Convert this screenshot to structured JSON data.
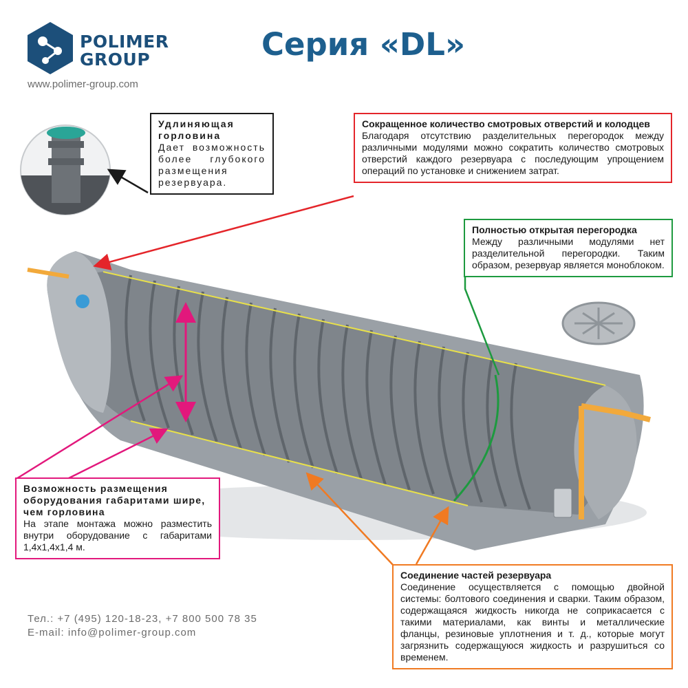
{
  "brand": {
    "name_line1": "POLIMER",
    "name_line2": "GROUP",
    "website": "www.polimer-group.com",
    "color": "#1c4f7a"
  },
  "title": "Серия «DL»",
  "callouts": {
    "neck": {
      "heading": "Удлиняющая горловина",
      "body": "Дает возможность более глубокого размещения резервуара.",
      "color": "#1a1a1a"
    },
    "inspection": {
      "heading": "Сокращенное количество смотровых отверстий и колодцев",
      "body": "Благодаря отсутствию разделительных перегородок между различными модулями можно сократить количество смотровых отверстий каждого резервуара с последующим упрощением операций по установке и снижением затрат.",
      "color": "#e4252a"
    },
    "partition": {
      "heading": "Полностью открытая перегородка",
      "body": "Между различными модулями нет разделительной перегородки. Таким образом, резервуар является моноблоком.",
      "color": "#1d9a3f"
    },
    "equipment": {
      "heading": "Возможность размещения оборудования габаритами шире, чем горловина",
      "body": "На этапе монтажа можно разместить внутри оборудование с габаритами 1,4х1,4х1,4 м.",
      "color": "#e2187c"
    },
    "joint": {
      "heading": "Соединение частей резервуара",
      "body": "Соединение осуществляется с помощью двойной системы: болтового соединения и сварки. Таким образом, содержащаяся жидкость никогда не соприкасается с такими материалами, как винты и металлические фланцы, резиновые уплотнения и т. д., которые могут загрязнить содержащуюся жидкость и разрушиться со временем.",
      "color": "#f07a22"
    }
  },
  "contacts": {
    "phone": "Тел.: +7 (495) 120-18-23, +7 800 500 78 35",
    "email": "E-mail: info@polimer-group.com"
  }
}
